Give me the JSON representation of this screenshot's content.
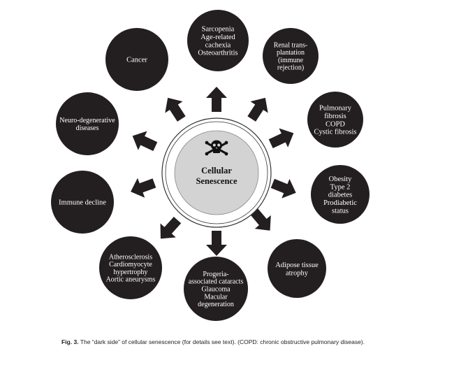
{
  "center": {
    "icon": "skull-crossbones-icon",
    "lines": [
      "Cellular",
      "Senescence"
    ]
  },
  "outcomes": [
    {
      "id": "sarcopenia",
      "lines": [
        "Sarcopenia",
        "Age-related",
        "cachexia",
        "Osteoarthritis"
      ]
    },
    {
      "id": "renal",
      "lines": [
        "Renal trans-",
        "plantation",
        "(immune",
        "rejection)"
      ]
    },
    {
      "id": "pulmonary",
      "lines": [
        "Pulmonary",
        "fibrosis",
        "COPD",
        "Cystic fibrosis"
      ]
    },
    {
      "id": "obesity",
      "lines": [
        "Obesity",
        "Type 2",
        "diabetes",
        "Prodiabetic",
        "status"
      ]
    },
    {
      "id": "adipose",
      "lines": [
        "Adipose tissue",
        "atrophy"
      ]
    },
    {
      "id": "progeria",
      "lines": [
        "Progeria-",
        "associated cataracts",
        "Glaucoma",
        "Macular",
        "degeneration"
      ]
    },
    {
      "id": "atherosclerosis",
      "lines": [
        "Atherosclerosis",
        "Cardiomyocyte",
        "hypertrophy",
        "Aortic aneurysms"
      ]
    },
    {
      "id": "immune",
      "lines": [
        "Immune decline"
      ]
    },
    {
      "id": "neuro",
      "lines": [
        "Neuro-degenerative",
        "diseases"
      ]
    },
    {
      "id": "cancer",
      "lines": [
        "Cancer"
      ]
    }
  ],
  "caption": {
    "label": "Fig. 3.",
    "text": " The “dark side” of cellular senescence (for details see text). (COPD: chronic obstructive pulmonary disease)."
  },
  "colors": {
    "outcome_fill": "#231f20",
    "outcome_text": "#ffffff",
    "arrow": "#231f20",
    "center_fill": "#d3d3d3",
    "ring_stroke": "#333333"
  }
}
